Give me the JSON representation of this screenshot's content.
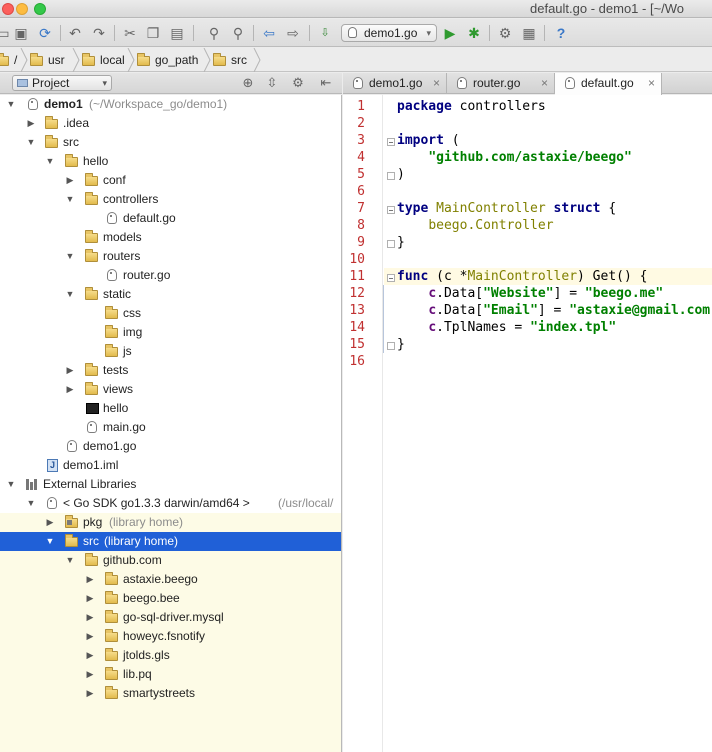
{
  "window": {
    "title": "default.go - demo1 - [~/Wo"
  },
  "toolbar": {
    "run_config": "demo1.go"
  },
  "breadcrumb": [
    "/",
    "usr",
    "local",
    "go_path",
    "src"
  ],
  "project_panel": {
    "view_selector": "Project"
  },
  "tree": {
    "demo1": {
      "name": "demo1",
      "path": "(~/Workspace_go/demo1)"
    },
    "idea": ".idea",
    "src": "src",
    "hello": "hello",
    "conf": "conf",
    "controllers": "controllers",
    "default_go": "default.go",
    "models": "models",
    "routers": "routers",
    "router_go": "router.go",
    "static": "static",
    "css": "css",
    "img": "img",
    "js": "js",
    "tests": "tests",
    "views": "views",
    "hello_bin": "hello",
    "main_go": "main.go",
    "demo1_go": "demo1.go",
    "demo1_iml": "demo1.iml",
    "external_libraries": "External Libraries",
    "sdk": {
      "name": "< Go SDK go1.3.3 darwin/amd64 >",
      "path": "(/usr/local/"
    },
    "pkg": {
      "name": "pkg",
      "hint": "(library home)"
    },
    "lib_src": {
      "name": "src",
      "hint": "(library home)"
    },
    "github": "github.com",
    "astaxie": "astaxie.beego",
    "beego_bee": "beego.bee",
    "mysql": "go-sql-driver.mysql",
    "fsnotify": "howeyc.fsnotify",
    "gls": "jtolds.gls",
    "libpq": "lib.pq",
    "smarty": "smartystreets"
  },
  "tabs": [
    {
      "label": "demo1.go",
      "close": "×"
    },
    {
      "label": "router.go",
      "close": "×"
    },
    {
      "label": "default.go",
      "close": "×"
    }
  ],
  "editor": {
    "line_numbers": [
      "1",
      "2",
      "3",
      "4",
      "5",
      "6",
      "7",
      "8",
      "9",
      "10",
      "11",
      "12",
      "13",
      "14",
      "15",
      "16"
    ],
    "code": {
      "l1_kw": "package",
      "l1_rest": " controllers",
      "l3_kw": "import",
      "l3_rest": " (",
      "l4_str": "\"github.com/astaxie/beego\"",
      "l5": ")",
      "l7_kw": "type",
      "l7_type": "MainController",
      "l7_kw2": "struct",
      "l7_rest": " {",
      "l8_type": "beego.Controller",
      "l9": "}",
      "l11_kw": "func",
      "l11_a": " (c *",
      "l11_type": "MainController",
      "l11_b": ") Get() {",
      "l12_rcv": "c",
      "l12_a": ".Data[",
      "l12_key": "\"Website\"",
      "l12_b": "] = ",
      "l12_val": "\"beego.me\"",
      "l13_rcv": "c",
      "l13_a": ".Data[",
      "l13_key": "\"Email\"",
      "l13_b": "] = ",
      "l13_val": "\"astaxie@gmail.com",
      "l14_rcv": "c",
      "l14_a": ".",
      "l14_fld": "TplNames",
      "l14_b": " = ",
      "l14_val": "\"index.tpl\"",
      "l15": "}"
    }
  }
}
